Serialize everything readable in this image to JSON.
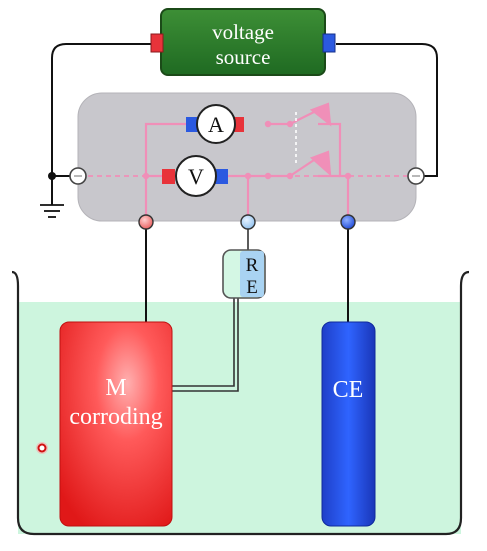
{
  "voltage_source": {
    "line1": "voltage",
    "line2": "source"
  },
  "ammeter": {
    "label": "A"
  },
  "voltmeter": {
    "label": "V"
  },
  "reference_electrode": {
    "letter1": "R",
    "letter2": "E"
  },
  "working_electrode": {
    "line1": "M",
    "line2": "corroding"
  },
  "counter_electrode": {
    "label": "CE"
  },
  "colors": {
    "source_green": "#2f7d2a",
    "electrolyte": "#cdf5de",
    "wire_pink": "#f08fb8",
    "housing_gray": "#c8c7cc",
    "we_red": "#ff4a4a",
    "ce_blue": "#1d4fe6",
    "terminal_red": "#e8333a",
    "terminal_blue": "#2b59e0"
  }
}
